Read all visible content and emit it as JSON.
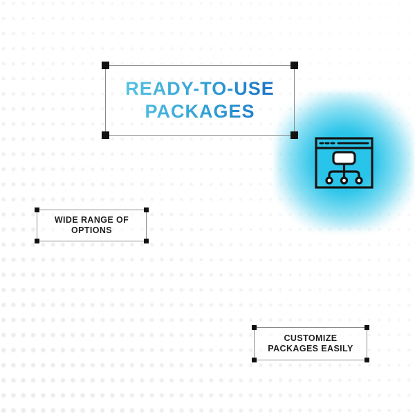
{
  "colors": {
    "accent-glow": "#29c4e9",
    "title-grad-start": "#5ecbe3",
    "title-grad-end": "#1565c2",
    "label-text": "#1f1f1f",
    "handle": "#111111",
    "sel-border": "#8a8a8a",
    "dot": "#e9e9e9",
    "dot-big": "#ececec",
    "icon-stroke": "#141414"
  },
  "title": {
    "line1": "READY-TO-USE",
    "line2": "PACKAGES"
  },
  "labels": {
    "left": {
      "line1": "WIDE RANGE OF",
      "line2": "OPTIONS"
    },
    "right": {
      "line1": "CUSTOMIZE",
      "line2": "PACKAGES EASILY"
    }
  },
  "icon": {
    "name": "sitemap-browser-window"
  }
}
